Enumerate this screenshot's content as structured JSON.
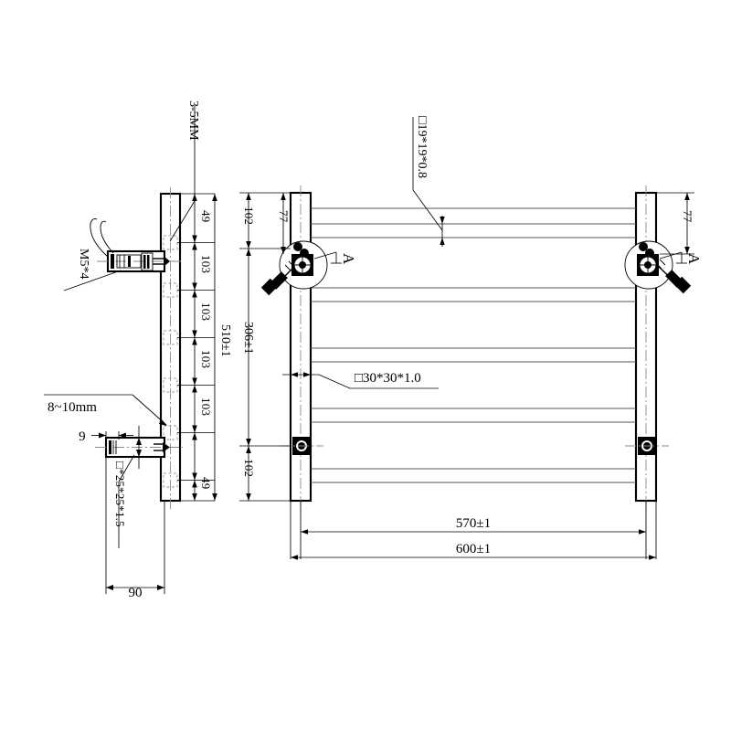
{
  "document": {
    "type": "engineering-drawing",
    "subject": "wall-mounted heated towel rail / ladder rack",
    "views": [
      "side-view-left",
      "front-view-center"
    ],
    "line_color": "#000000",
    "background_color": "#ffffff"
  },
  "side_view": {
    "name": "side-view-left",
    "notes": {
      "top_leader": "3-5MM",
      "screw_spec": "M5*4",
      "wall_gap": "8~10mm",
      "bracket_depth": "9",
      "bracket_tube": "□*25*25*1.5"
    },
    "vertical_chain": [
      {
        "label": "49",
        "value": 49
      },
      {
        "label": "103",
        "value": 103
      },
      {
        "label": "103",
        "value": 103
      },
      {
        "label": "103",
        "value": 103
      },
      {
        "label": "103",
        "value": 103
      },
      {
        "label": "49",
        "value": 49
      }
    ],
    "overall_height": "510±1",
    "overall_depth": "90"
  },
  "front_view": {
    "name": "front-view-center",
    "notes": {
      "rail_tube": "□19*19*0.8",
      "post_tube": "□30*30*1.0"
    },
    "detail_callout": {
      "left_label": "A",
      "right_label": "A"
    },
    "vertical_dims": [
      {
        "label": "102",
        "value": 102
      },
      {
        "label": "77",
        "value": 77
      },
      {
        "label": "306±1",
        "value": 306
      },
      {
        "label": "102",
        "value": 102
      }
    ],
    "right_dim": {
      "label": "77",
      "value": 77
    },
    "horizontal_dims": [
      {
        "label": "570±1",
        "value": 570
      },
      {
        "label": "600±1",
        "value": 600
      }
    ],
    "rail_count": 6
  }
}
